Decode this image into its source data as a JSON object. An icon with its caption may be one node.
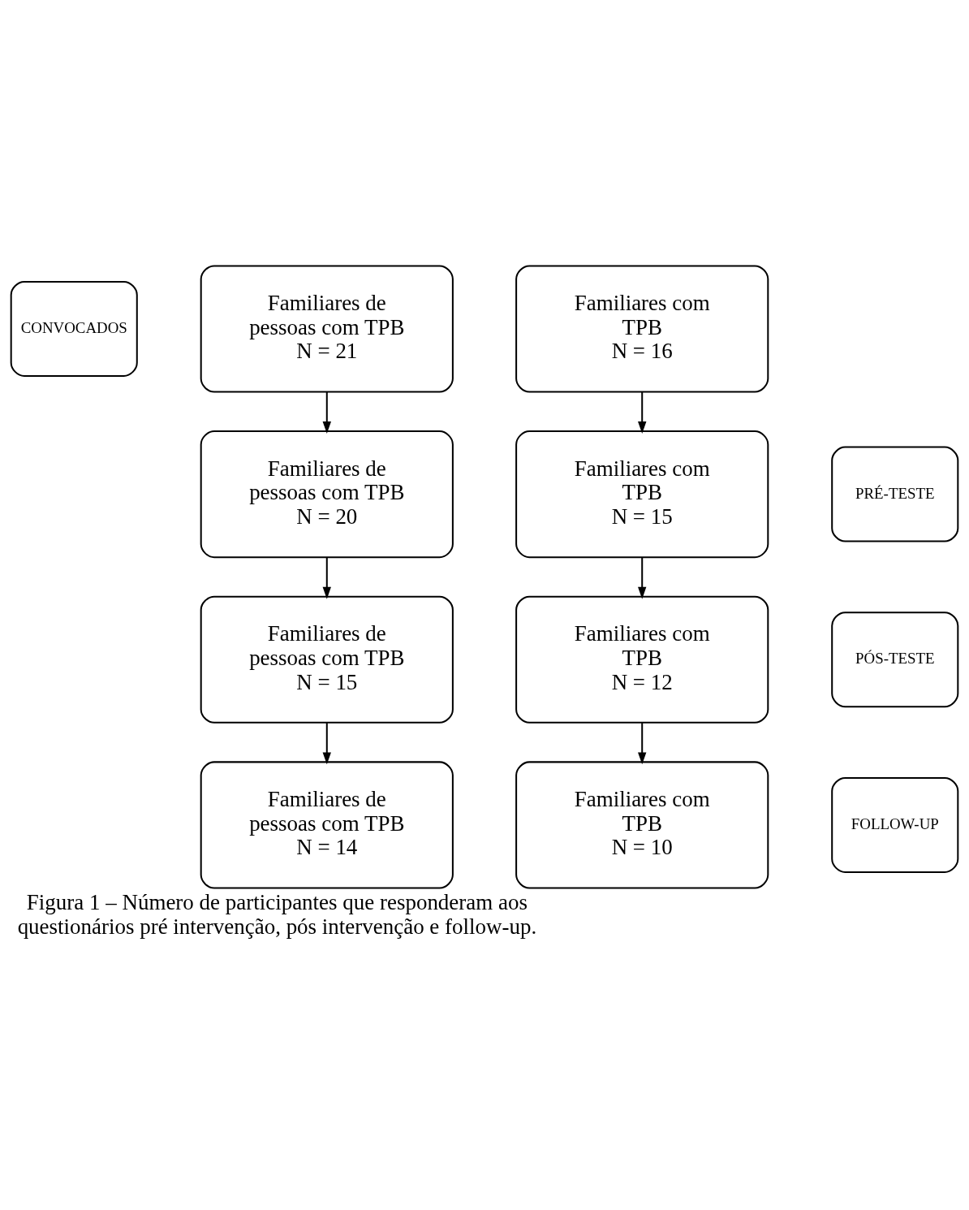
{
  "diagram": {
    "caption": "Figura 1 – Número de participantes que responderam aos questionários pré intervenção, pós intervenção e follow-up.",
    "nodes": [
      {
        "text": [
          "CONVOCADOS"
        ]
      },
      {
        "text": [
          "Familiares de pessoas com TPB",
          "N = 21"
        ]
      },
      {
        "text": [
          "Familiares com TPB",
          "N = 16"
        ]
      },
      {
        "text": [
          "PRÉ-TESTE"
        ]
      },
      {
        "text": [
          "Familiares de pessoas com TPB",
          "N = 20"
        ]
      },
      {
        "text": [
          "Familiares com TPB",
          "N = 15"
        ]
      },
      {
        "text": [
          "PÓS-TESTE"
        ]
      },
      {
        "text": [
          "Familiares de pessoas com TPB",
          "N = 15"
        ]
      },
      {
        "text": [
          "Familiares com TPB",
          "N = 12"
        ]
      },
      {
        "text": [
          "FOLLOW-UP"
        ]
      },
      {
        "text": [
          "Familiares de pessoas com TPB",
          "N = 14"
        ]
      },
      {
        "text": [
          "Familiares com TPB",
          "N = 10"
        ]
      }
    ],
    "edges": [
      {
        "from": 1,
        "to": 4,
        "arrow": "to"
      },
      {
        "from": 2,
        "to": 5,
        "arrow": "to"
      },
      {
        "from": 4,
        "to": 7,
        "arrow": "to"
      },
      {
        "from": 5,
        "to": 8,
        "arrow": "to"
      },
      {
        "from": 7,
        "to": 10,
        "arrow": "to"
      },
      {
        "from": 8,
        "to": 11,
        "arrow": "to"
      }
    ]
  }
}
